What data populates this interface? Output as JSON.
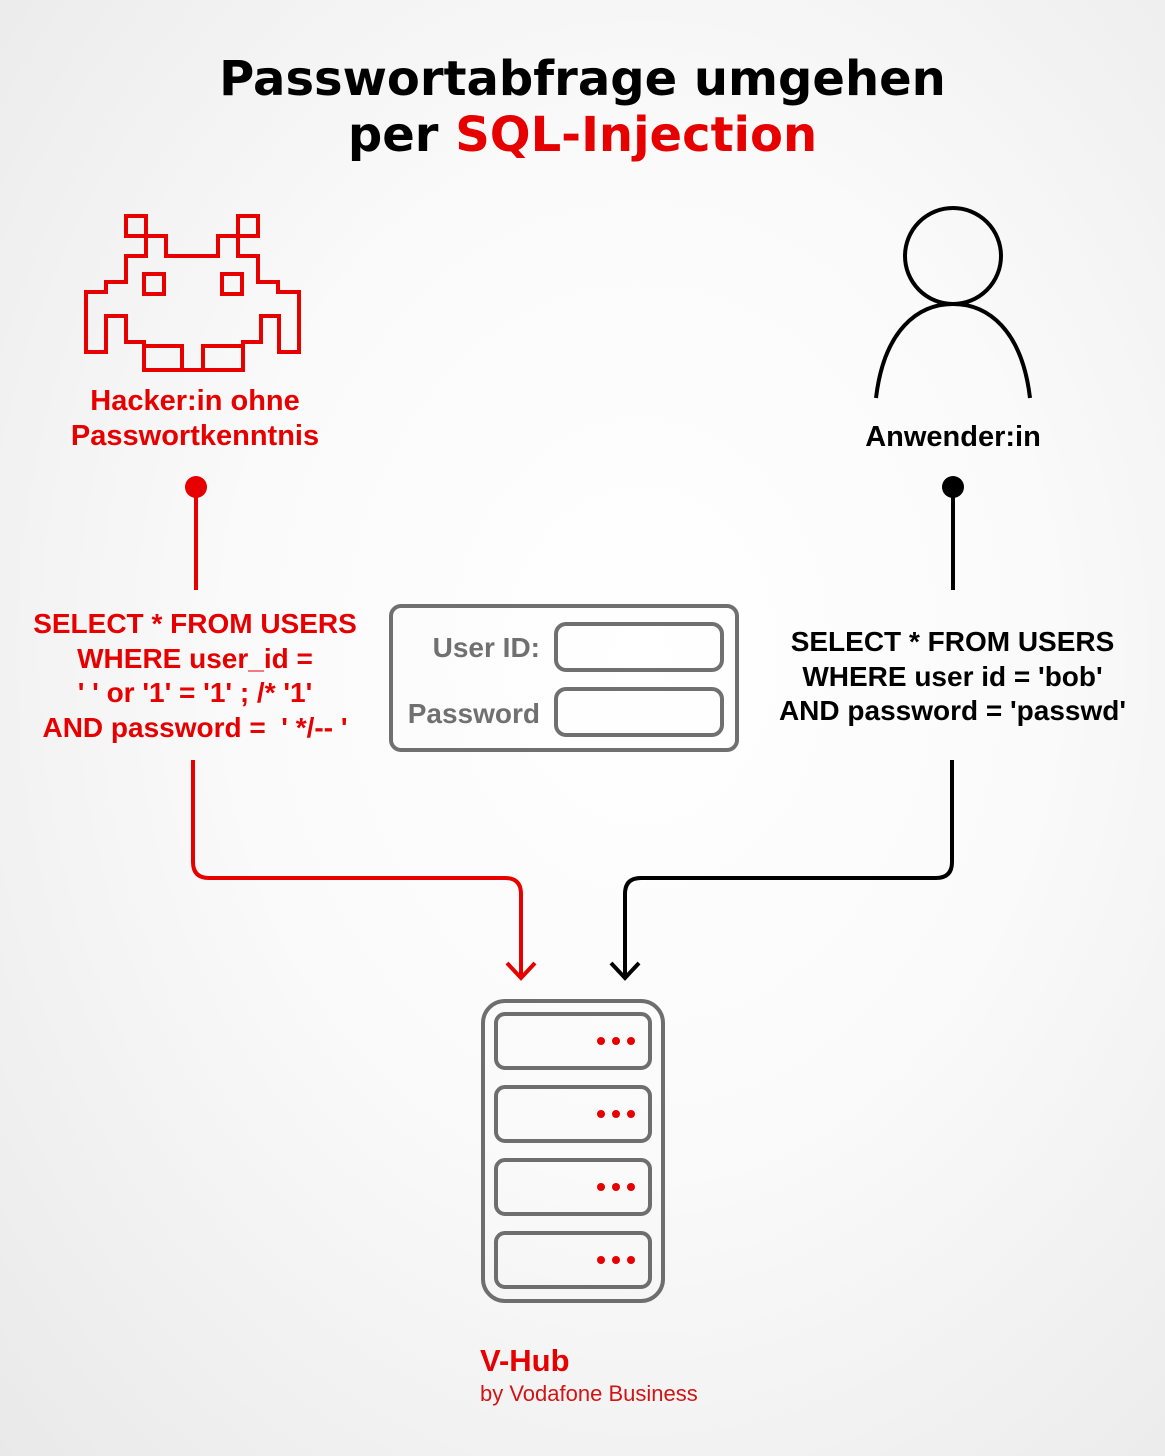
{
  "title": {
    "line1": "Passwortabfrage umgehen",
    "line2_prefix": "per ",
    "line2_highlight": "SQL-Injection"
  },
  "hacker": {
    "label": "Hacker:in ohne\nPasswortkenntnis",
    "icon": "space-invader-icon",
    "query": "SELECT * FROM USERS\nWHERE user_id =\n' ' or '1' = '1' ; /* '1'\nAND password =  ' */-- '"
  },
  "user": {
    "label": "Anwender:in",
    "icon": "person-icon",
    "query": "SELECT * FROM USERS\nWHERE user id = 'bob'\nAND password = 'passwd'"
  },
  "login_form": {
    "user_id_label": "User ID:",
    "password_label": "Password"
  },
  "server": {
    "icon": "server-rack-icon",
    "units": 4
  },
  "brand": {
    "name": "V-Hub",
    "sub": "by Vodafone Business"
  },
  "colors": {
    "accent": "#e60000",
    "dark": "#000000",
    "gray": "#707070"
  }
}
